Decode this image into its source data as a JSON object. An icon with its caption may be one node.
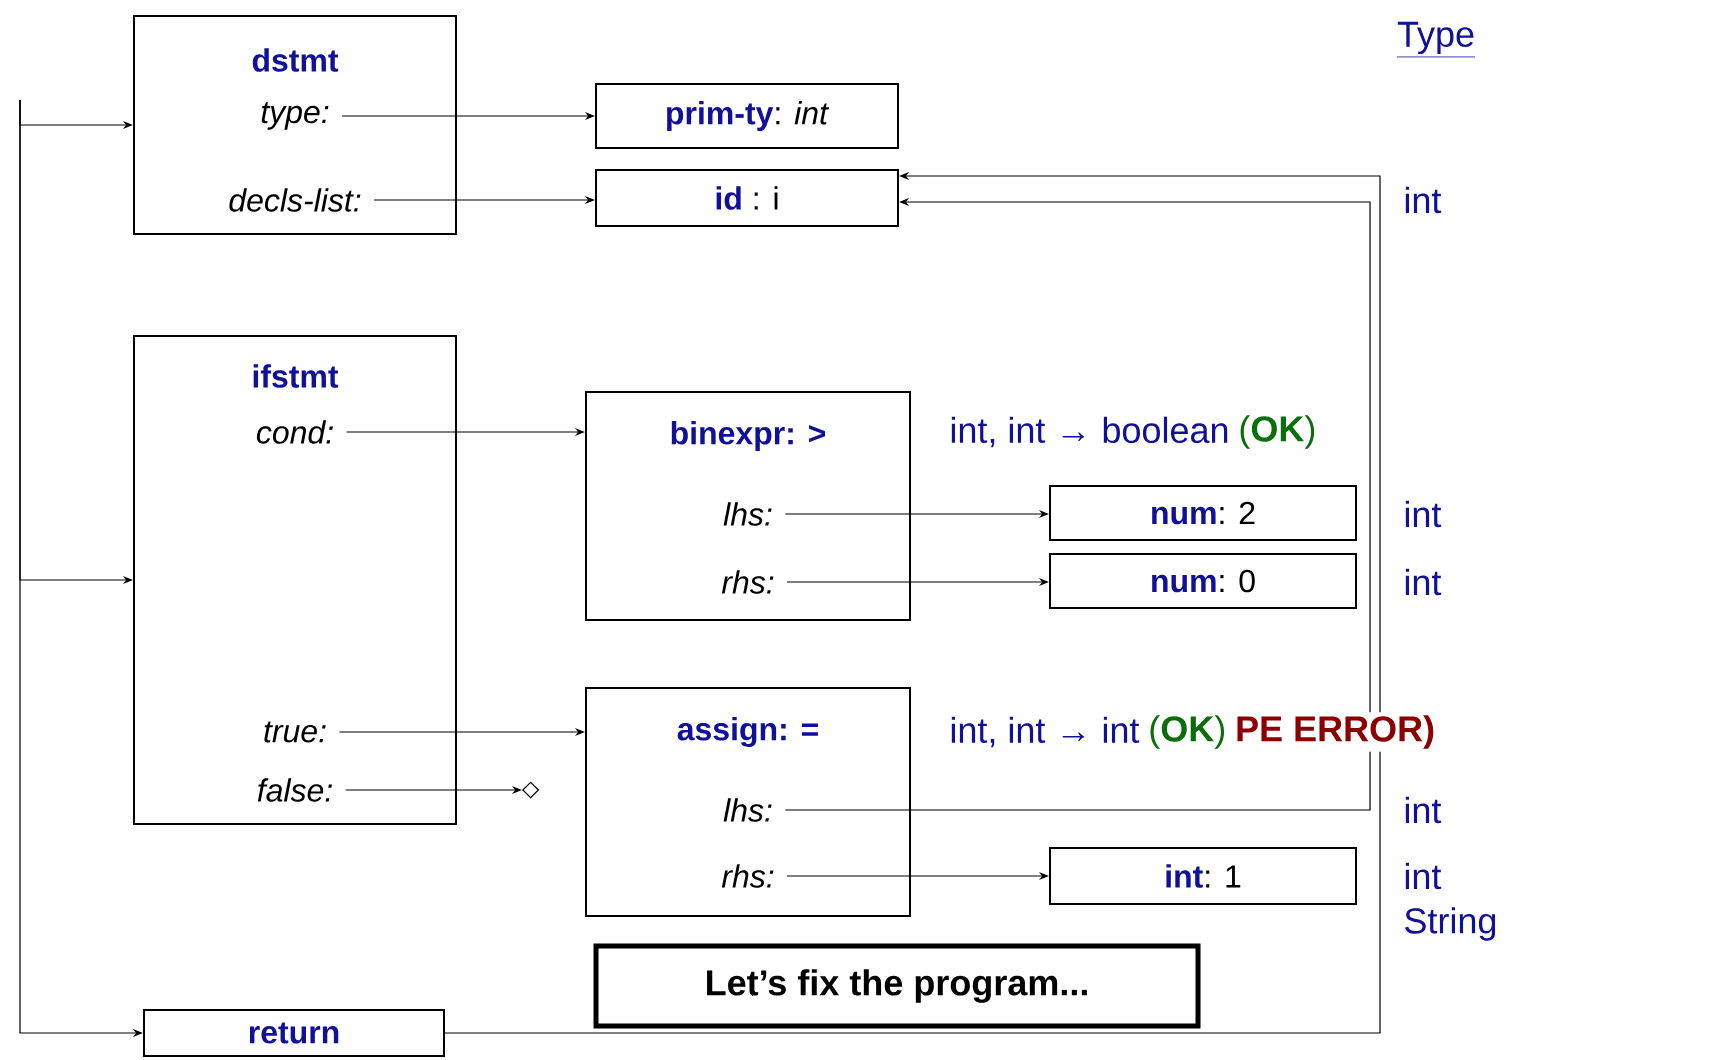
{
  "diagram": {
    "nodes": [
      {
        "text": [
          "dstmt",
          "type:",
          "decls-list:"
        ]
      },
      {
        "text": [
          "**prim-ty**: *int*"
        ]
      },
      {
        "text": [
          "**id** : i"
        ]
      },
      {
        "text": [
          "ifstmt",
          "cond:",
          "true:",
          "false:"
        ]
      },
      {
        "text": [
          "**binexpr**: >",
          "lhs:",
          "rhs:"
        ]
      },
      {
        "text": [
          "**num**: 2"
        ]
      },
      {
        "text": [
          "**num**: 0"
        ]
      },
      {
        "text": [
          "**assign**: =",
          "lhs:",
          "rhs:"
        ]
      },
      {
        "text": [
          "**int**: 1"
        ]
      },
      {
        "text": [
          "return"
        ]
      },
      {
        "text": [],
        "shape": "diamond"
      },
      {
        "text": [
          "Let’s fix the program..."
        ]
      }
    ],
    "edges": [
      {
        "from": null,
        "to": 0,
        "arrow": "to"
      },
      {
        "from": 0,
        "to": 1,
        "arrow": "to"
      },
      {
        "from": 0,
        "to": 2,
        "arrow": "to"
      },
      {
        "from": null,
        "to": 3,
        "arrow": "to"
      },
      {
        "from": 3,
        "to": 4,
        "arrow": "to"
      },
      {
        "from": 4,
        "to": 5,
        "arrow": "to"
      },
      {
        "from": 4,
        "to": 6,
        "arrow": "to"
      },
      {
        "from": 3,
        "to": 7,
        "arrow": "to"
      },
      {
        "from": 3,
        "to": 10,
        "arrow": "to"
      },
      {
        "from": 7,
        "to": 8,
        "arrow": "to"
      },
      {
        "from": 7,
        "to": 2,
        "arrow": "to"
      },
      {
        "from": null,
        "to": 9,
        "arrow": "to"
      },
      {
        "from": 9,
        "to": 2,
        "arrow": "to"
      }
    ],
    "labels": [
      "Type",
      "int",
      "int, int → boolean",
      "(**OK**)",
      "int",
      "int",
      "int, int → int",
      "(**OK**)",
      "PE ERROR)",
      "int",
      "int",
      "String"
    ]
  }
}
